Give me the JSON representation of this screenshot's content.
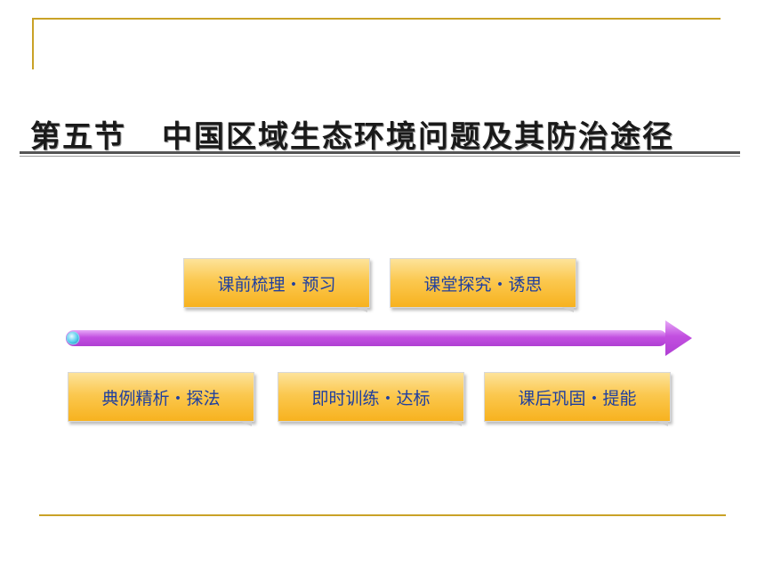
{
  "slide": {
    "title_part1": "第五节",
    "title_part2": "中国区域生态环境问题及其防治途径"
  },
  "nav": {
    "items": [
      {
        "label": "课前梳理・预习"
      },
      {
        "label": "课堂探究・诱思"
      },
      {
        "label": "典例精析・探法"
      },
      {
        "label": "即时训练・达标"
      },
      {
        "label": "课后巩固・提能"
      }
    ]
  },
  "colors": {
    "rule_gold": "#c9a227",
    "button_gold": "#f7b21f",
    "button_text": "#1f3f9f",
    "arrow_purple": "#c24fe0",
    "arrow_start_dot": "#5fd0f0"
  }
}
